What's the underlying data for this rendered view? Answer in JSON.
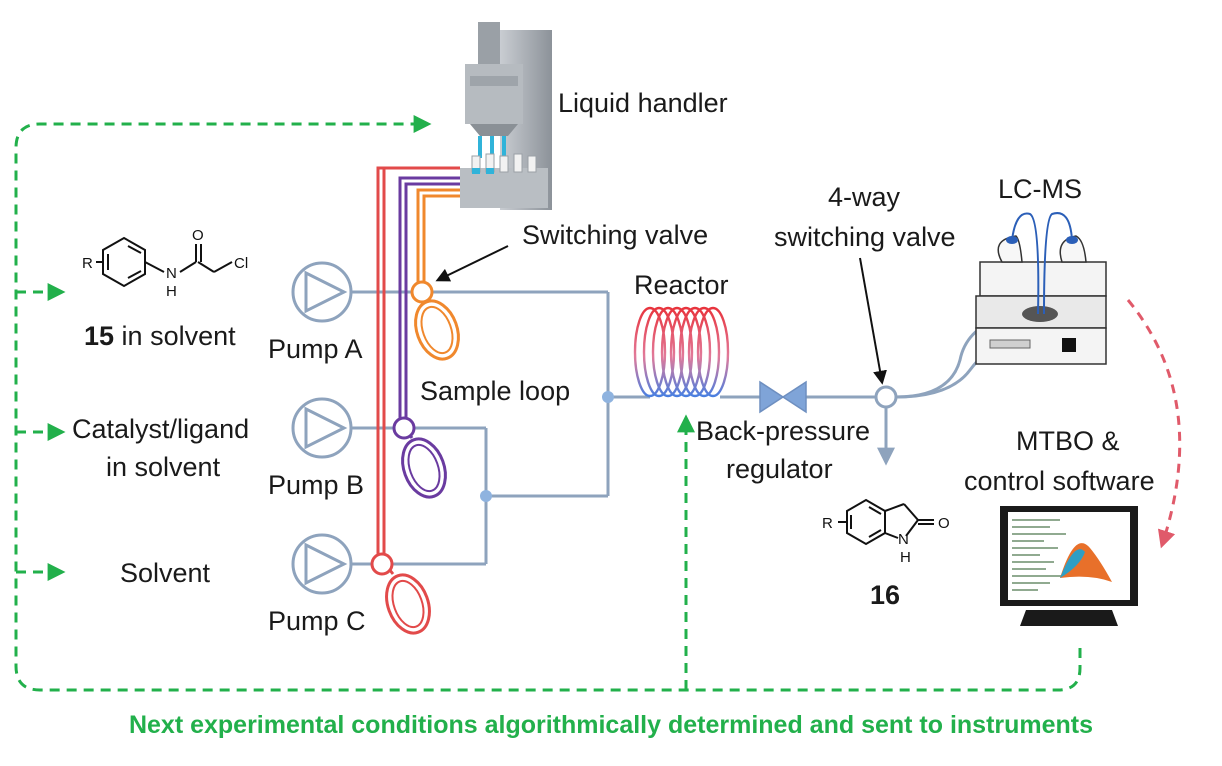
{
  "labels": {
    "liquid_handler": "Liquid handler",
    "switching_valve": "Switching valve",
    "four_way_line1": "4-way",
    "four_way_line2": "switching valve",
    "lcms": "LC-MS",
    "reactor": "Reactor",
    "sample_loop": "Sample loop",
    "bpr_line1": "Back-pressure",
    "bpr_line2": "regulator",
    "pump_a": "Pump A",
    "pump_b": "Pump B",
    "pump_c": "Pump C",
    "reagent_15_num": "15",
    "reagent_15_rest": " in solvent",
    "catalyst_line1": "Catalyst/ligand",
    "catalyst_line2": "in solvent",
    "solvent": "Solvent",
    "mtbo_line1": "MTBO &",
    "mtbo_line2": "control software",
    "product_16": "16",
    "footer": "Next experimental conditions algorithmically determined and sent to instruments"
  },
  "chem": {
    "sm_r": "R",
    "sm_o": "O",
    "sm_nh": "H",
    "sm_n": "N",
    "sm_cl": "Cl",
    "pr_r": "R",
    "pr_o": "O",
    "pr_n": "N",
    "pr_h": "H"
  },
  "colors": {
    "feedback_green": "#22b04b",
    "line_gray": "#8ea3bd",
    "red": "#e24a4a",
    "purple": "#6a3ba0",
    "orange": "#f0882d",
    "node_blue": "#8fb3df"
  }
}
